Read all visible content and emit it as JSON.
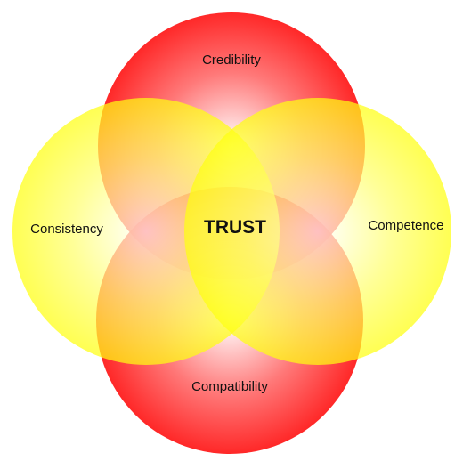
{
  "diagram": {
    "center_label": "TRUST",
    "circles": [
      {
        "id": "top",
        "label": "Credibility",
        "color": "#FF1A1A"
      },
      {
        "id": "bottom",
        "label": "Compatibility",
        "color": "#FF1A1A"
      },
      {
        "id": "left",
        "label": "Consistency",
        "color": "#FFFF1A"
      },
      {
        "id": "right",
        "label": "Competence",
        "color": "#FFFF1A"
      }
    ]
  }
}
